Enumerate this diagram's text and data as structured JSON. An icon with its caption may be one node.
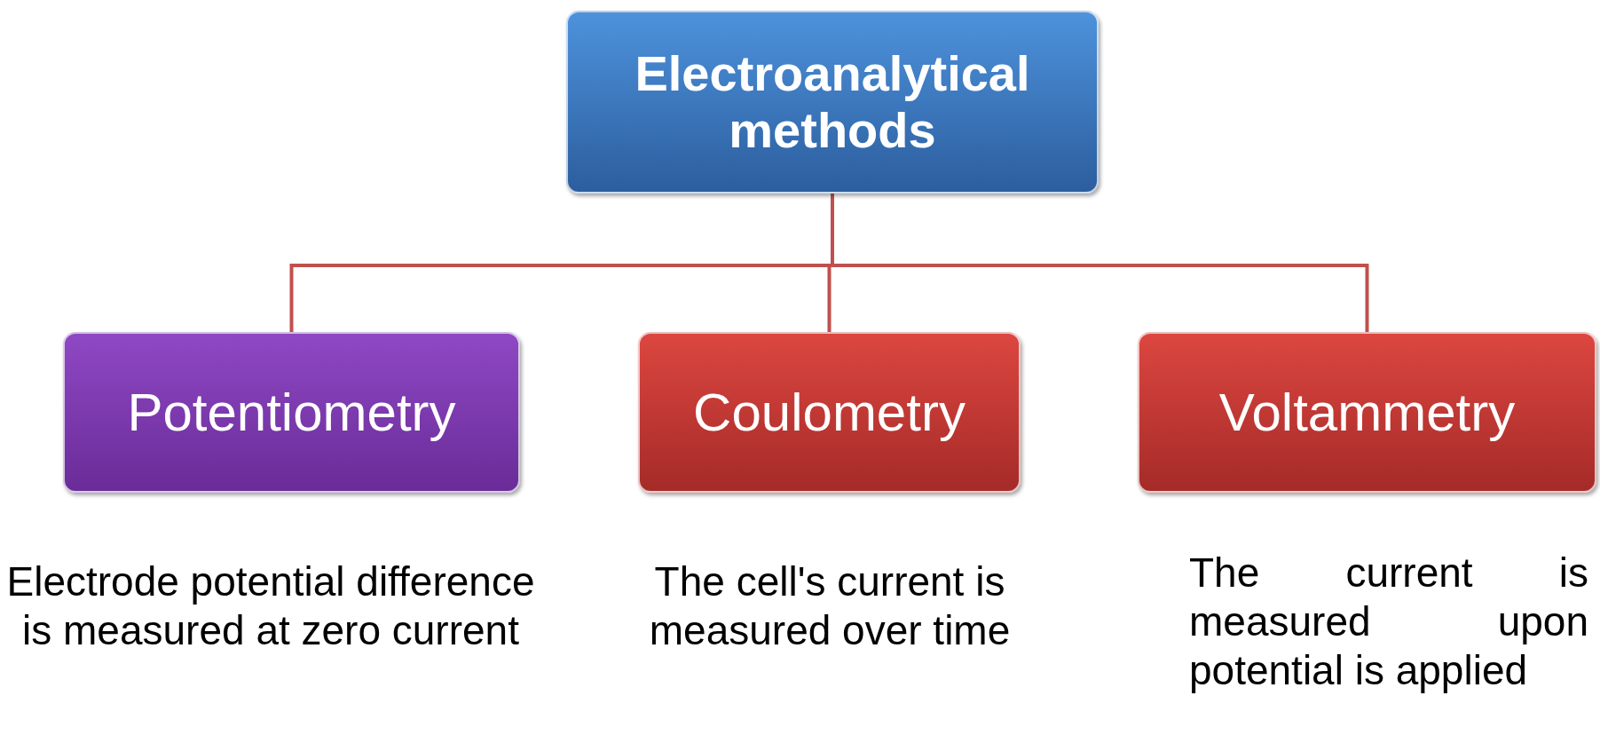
{
  "diagram": {
    "nodes": [
      {
        "text": [
          "Electroanalytical methods"
        ]
      },
      {
        "text": [
          "Potentiometry"
        ],
        "beside": [
          "Electrode potential difference is measured at zero current"
        ]
      },
      {
        "text": [
          "Coulometry"
        ],
        "beside": [
          "The cell's current is measured over time"
        ]
      },
      {
        "text": [
          "Voltammetry"
        ],
        "beside": [
          "The current is measured upon potential is applied"
        ]
      }
    ],
    "edges": [
      {
        "from": 0,
        "to": 1,
        "arrow": "none"
      },
      {
        "from": 0,
        "to": 2,
        "arrow": "none"
      },
      {
        "from": 0,
        "to": 3,
        "arrow": "none"
      }
    ]
  }
}
